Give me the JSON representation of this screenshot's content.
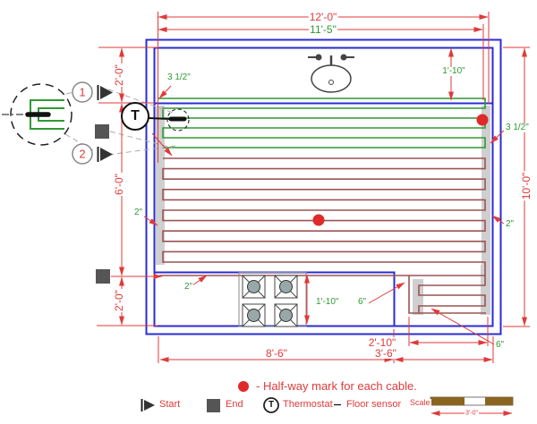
{
  "drawing": {
    "type": "electric floor heating cable layout plan",
    "colors": {
      "dimension_red": "#e03a3a",
      "label_green": "#2f9933",
      "cable1_green": "#2f9933",
      "cable2_maroon": "#9c5353",
      "wall_blue": "#2b2bd6",
      "strap_gray": "#cfcfcf",
      "marker_gray": "#555555",
      "halfway_dot_red": "#e02a2a",
      "scale_bar_brown": "#8a6520"
    }
  },
  "dims": {
    "width_total": "12'-0\"",
    "width_cable": "11'-5\"",
    "left_top": "2'-0\"",
    "left_mid": "6'-0\"",
    "left_bottom": "2'-0\"",
    "right_height": "10'-0\"",
    "bottom_left": "8'-6\"",
    "bottom_right": "3'-6\"",
    "serpentine_width": "2'-10\"",
    "scale_bar": "3'-0\""
  },
  "labels": {
    "cable1_spacing_left": "3 1/2\"",
    "cable1_spacing_right": "3 1/2\"",
    "counter_depth_top": "1'-10\"",
    "counter_depth_bottom": "1'-10\"",
    "cable2_gap_left": "2\"",
    "cable2_gap_right": "2\"",
    "cable2_gap_bottom": "2\"",
    "serpentine_gap_left": "6\"",
    "serpentine_gap_right": "6\""
  },
  "callouts": {
    "one": "1",
    "two": "2"
  },
  "thermostat": {
    "symbol": "T"
  },
  "legend": {
    "halfway": "- Half-way mark for each cable.",
    "start": "Start",
    "end": "End",
    "thermostat": "Thermostat",
    "thermostat_symbol": "T",
    "floor_sensor": "Floor sensor",
    "scale": "Scale"
  }
}
